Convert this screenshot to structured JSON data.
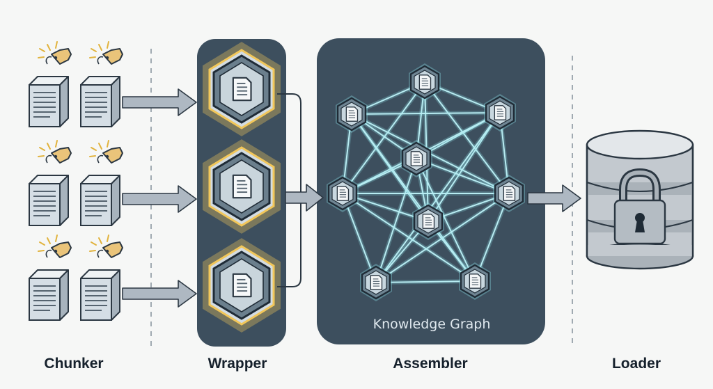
{
  "stages": {
    "chunker": "Chunker",
    "wrapper": "Wrapper",
    "assembler": "Assembler",
    "loader": "Loader"
  },
  "graph_label": "Knowledge Graph",
  "icons": {
    "chunk": "document-cube-icon",
    "tag": "tag-icon",
    "wrapped": "hexagon-document-icon",
    "node": "graph-node-icon",
    "store": "locked-database-icon"
  },
  "colors": {
    "panel": "#3d4f5e",
    "arrow": "#aeb8c2",
    "tag": "#eac47a",
    "glow": "#f2c75a",
    "edge": "#a9e6ee",
    "database": "#c3c9cf",
    "caption": "#16212c"
  }
}
